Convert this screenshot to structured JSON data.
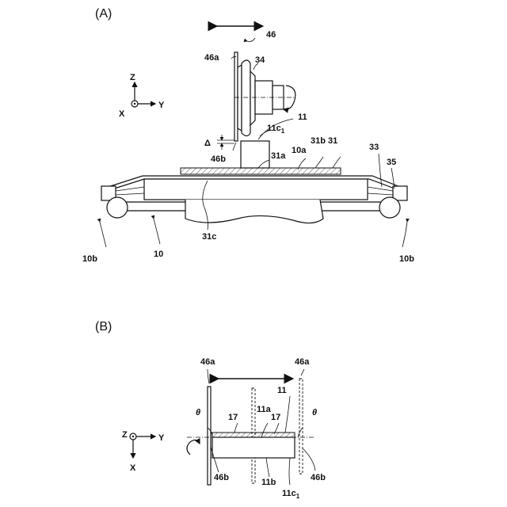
{
  "panels": {
    "a": "(A)",
    "b": "(B)"
  },
  "axes_a": {
    "z": "Z",
    "x": "X",
    "y": "Y"
  },
  "axes_b": {
    "z": "Z",
    "x": "X",
    "y": "Y"
  },
  "labels_a": {
    "n46": "46",
    "n46a": "46a",
    "n34": "34",
    "n11c1": "11c",
    "n11c1_sub": "1",
    "n11": "11",
    "delta": "Δ",
    "n46b": "46b",
    "n31a": "31a",
    "n10a": "10a",
    "n31b": "31b",
    "n31": "31",
    "n33": "33",
    "n35": "35",
    "n31c": "31c",
    "n10b_left": "10b",
    "n10": "10",
    "n10b_right": "10b"
  },
  "labels_b": {
    "n46a_left": "46a",
    "n46a_right": "46a",
    "n11": "11",
    "theta_left": "θ",
    "n17_left": "17",
    "n11a": "11a",
    "n17_right": "17",
    "theta_right": "θ",
    "n46b_left": "46b",
    "n11b": "11b",
    "n11c1": "11c",
    "n11c1_sub": "1",
    "n46b_right": "46b"
  }
}
